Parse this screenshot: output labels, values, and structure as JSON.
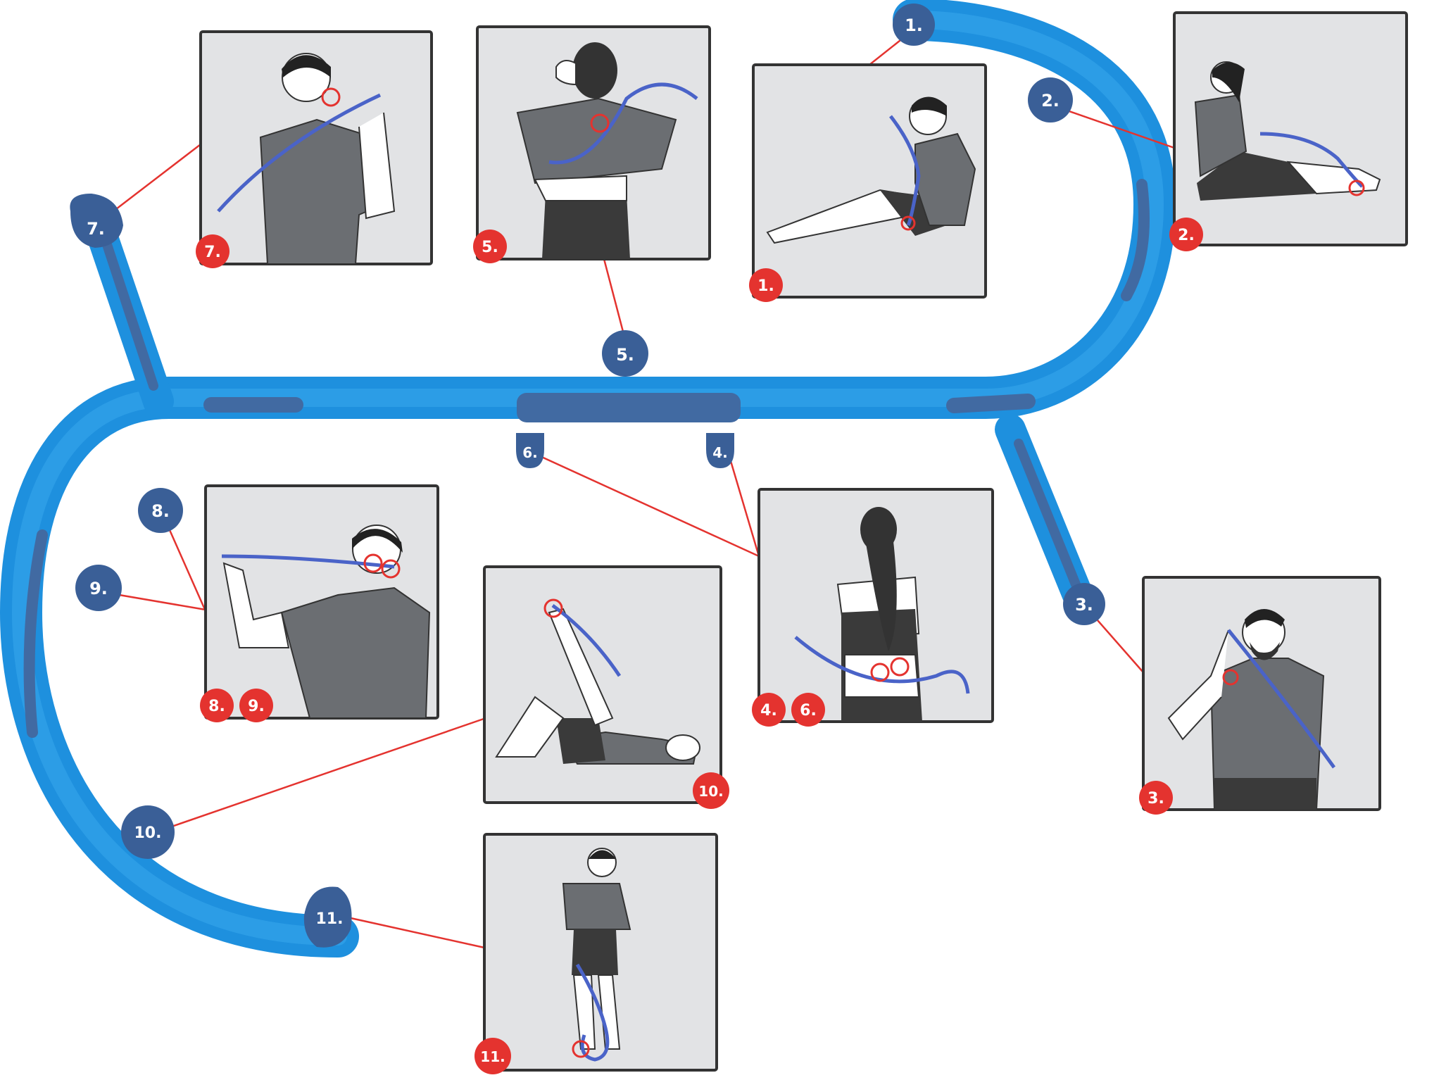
{
  "tool_markers": [
    {
      "id": "1",
      "label": "1."
    },
    {
      "id": "2",
      "label": "2."
    },
    {
      "id": "3",
      "label": "3."
    },
    {
      "id": "4",
      "label": "4."
    },
    {
      "id": "5",
      "label": "5."
    },
    {
      "id": "6",
      "label": "6."
    },
    {
      "id": "7",
      "label": "7."
    },
    {
      "id": "8",
      "label": "8."
    },
    {
      "id": "9",
      "label": "9."
    },
    {
      "id": "10",
      "label": "10."
    },
    {
      "id": "11",
      "label": "11."
    }
  ],
  "panels": [
    {
      "id": "p1",
      "labels": [
        "1."
      ],
      "scene": "seated-leg-raise"
    },
    {
      "id": "p2",
      "labels": [
        "2."
      ],
      "scene": "seated-foot"
    },
    {
      "id": "p3",
      "labels": [
        "3."
      ],
      "scene": "forearm"
    },
    {
      "id": "p46",
      "labels": [
        "4.",
        "6."
      ],
      "scene": "lower-back"
    },
    {
      "id": "p5",
      "labels": [
        "5."
      ],
      "scene": "upper-back"
    },
    {
      "id": "p7",
      "labels": [
        "7."
      ],
      "scene": "shoulder-front"
    },
    {
      "id": "p89",
      "labels": [
        "8.",
        "9."
      ],
      "scene": "neck-back"
    },
    {
      "id": "p10",
      "labels": [
        "10."
      ],
      "scene": "lying-hamstring"
    },
    {
      "id": "p11",
      "labels": [
        "11."
      ],
      "scene": "standing-calf"
    }
  ],
  "colors": {
    "tool_blue": "#1a8fdc",
    "tool_dark": "#3c68a4",
    "marker_blue": "#3a5f97",
    "accent_red": "#e4332f",
    "panel_bg": "#e2e3e5",
    "frame": "#333333",
    "shirt": "#6b6e72",
    "pants": "#3a3a3a",
    "strap_blue": "#4a63c8"
  }
}
